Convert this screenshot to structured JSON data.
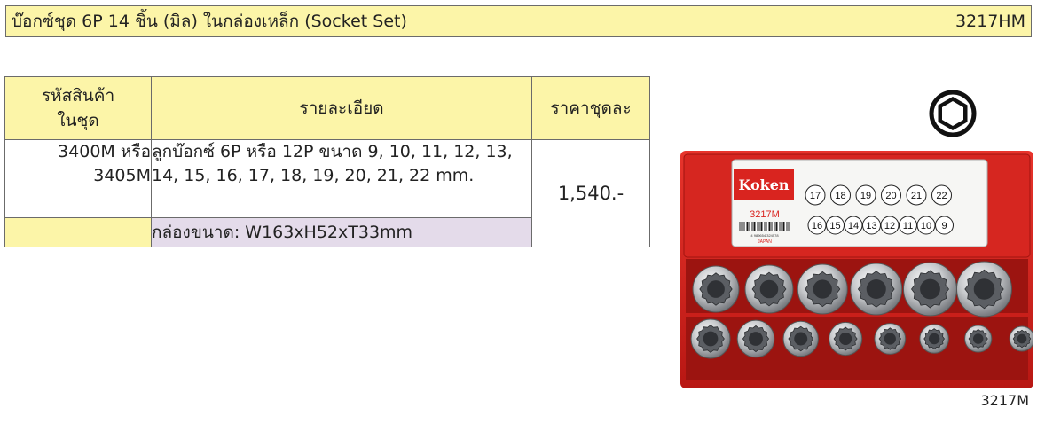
{
  "header": {
    "title": "บ๊อกซ์ชุด 6P 14 ชิ้น (มิล) ในกล่องเหล็ก (Socket Set)",
    "code": "3217HM"
  },
  "table": {
    "col_code": "รหัสสินค้า\nในชุด",
    "col_desc": "รายละเอียด",
    "col_price": "ราคาชุดละ",
    "row_code": "3400M หรือ\n3405M",
    "row_desc": "ลูกบ๊อกซ์ 6P หรือ 12P ขนาด 9, 10, 11, 12, 13, 14, 15, 16, 17, 18, 19, 20, 21, 22 mm.",
    "row_price": "1,540.-",
    "box_size": "กล่องขนาด: W163xH52xT33mm"
  },
  "product_image": {
    "brand": "Koken",
    "model": "3217M",
    "origin": "JAPAN",
    "barcode_number": "4 989654 324578",
    "sizes_top": [
      "17",
      "18",
      "19",
      "20",
      "21",
      "22"
    ],
    "sizes_bottom": [
      "16",
      "15",
      "14",
      "13",
      "12",
      "11",
      "10",
      "9"
    ],
    "caption": "3217M"
  },
  "colors": {
    "header_bg": "#fcf5a8",
    "box_row_bg": "#e4dbea",
    "case_red": "#d9241f"
  },
  "icons": [
    "hex-socket-icon"
  ]
}
